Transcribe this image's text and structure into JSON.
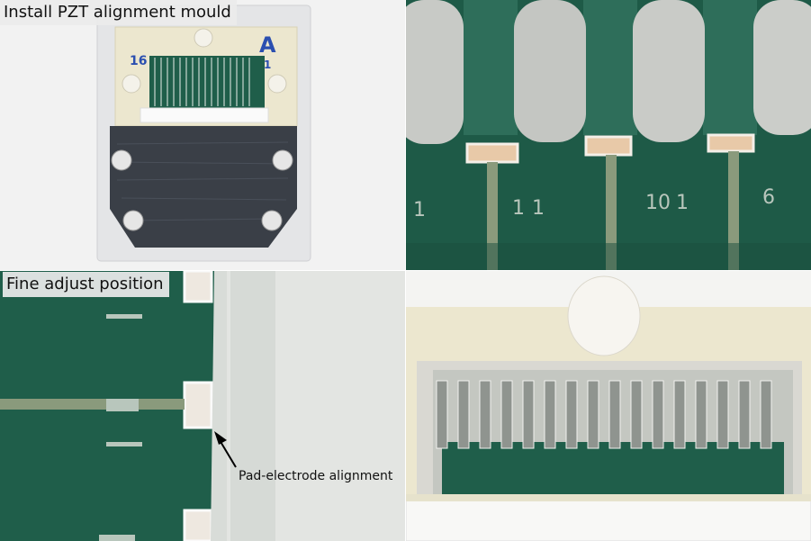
{
  "panels": {
    "top_left": {
      "caption": "Install PZT alignment mould",
      "mould_labels": {
        "left_number": "16",
        "right_letter": "A",
        "right_number": "1"
      }
    },
    "top_right": {
      "pcb_markings": [
        "1",
        "1",
        "10",
        "1",
        "6"
      ]
    },
    "bottom_left": {
      "caption": "Fine adjust position",
      "annotation": "Pad-electrode alignment"
    },
    "bottom_right": {}
  },
  "colors": {
    "pcb_green": "#1f5e4a",
    "mould_cream": "#ece7cf",
    "holder_dark": "#3a3f47",
    "copper_pad": "#e8c9a8",
    "caption_bg": "#ebebeb"
  }
}
